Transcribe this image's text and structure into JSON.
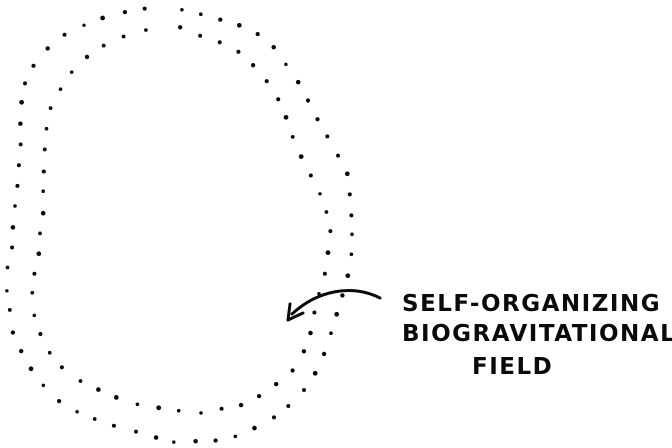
{
  "label": {
    "lines": [
      "SELF-ORGANIZING",
      "BIOGRAVITATIONAL",
      "FIELD"
    ]
  },
  "colors": {
    "ink": "#0a0a0a",
    "background": "#ffffff"
  }
}
